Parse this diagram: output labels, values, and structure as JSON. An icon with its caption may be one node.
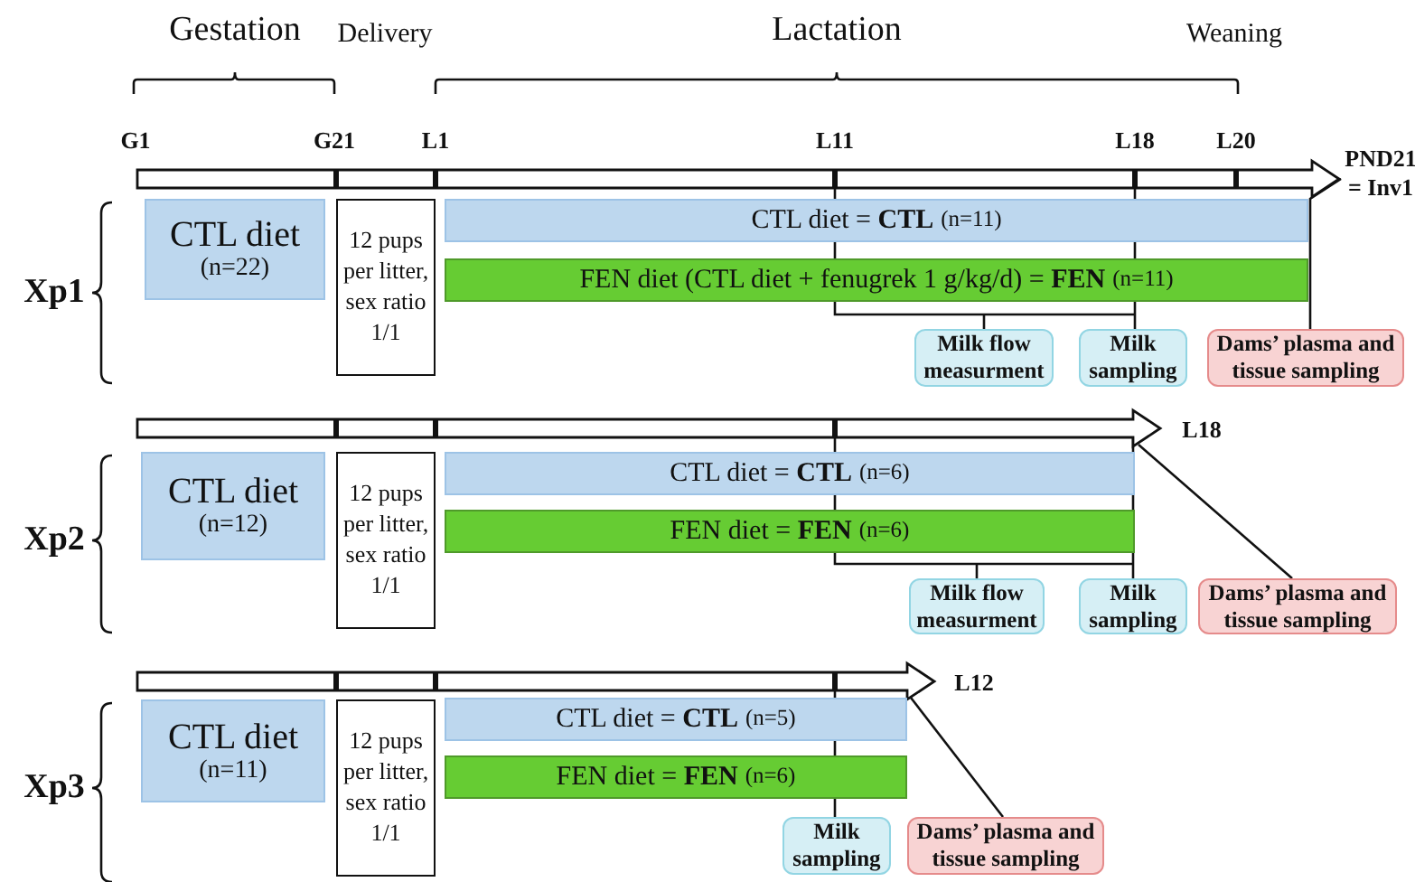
{
  "diagram": {
    "nodes": [
      {
        "text": [],
        "shape": "arrow",
        "beside": [
          "PND21 = Inv1"
        ]
      },
      {
        "text": [
          "CTL diet",
          "(n=22)"
        ]
      },
      {
        "text": [
          "12 pups per litter, sex ratio 1/1"
        ]
      },
      {
        "text": [
          "CTL diet = **CTL**",
          "(n=11)"
        ]
      },
      {
        "text": [
          "FEN diet (CTL diet + fenugrek 1 g/kg/d) = **FEN**",
          "(n=11)"
        ]
      },
      {
        "text": [
          "Milk flow measurment"
        ]
      },
      {
        "text": [
          "Milk sampling"
        ]
      },
      {
        "text": [
          "Dams’ plasma and tissue sampling"
        ]
      },
      {
        "text": [],
        "shape": "arrow",
        "beside": [
          "L18"
        ]
      },
      {
        "text": [
          "CTL diet",
          "(n=12)"
        ]
      },
      {
        "text": [
          "12 pups per litter, sex ratio 1/1"
        ]
      },
      {
        "text": [
          "CTL diet = **CTL**",
          "(n=6)"
        ]
      },
      {
        "text": [
          "FEN diet = **FEN**",
          "(n=6)"
        ]
      },
      {
        "text": [
          "Milk flow measurment"
        ]
      },
      {
        "text": [
          "Milk sampling"
        ]
      },
      {
        "text": [
          "Dams’ plasma and tissue sampling"
        ]
      },
      {
        "text": [],
        "shape": "arrow",
        "beside": [
          "L12"
        ]
      },
      {
        "text": [
          "CTL diet",
          "(n=11)"
        ]
      },
      {
        "text": [
          "12 pups per litter, sex ratio 1/1"
        ]
      },
      {
        "text": [
          "CTL diet = **CTL**",
          "(n=5)"
        ]
      },
      {
        "text": [
          "FEN diet = **FEN**",
          "(n=6)"
        ]
      },
      {
        "text": [
          "Milk sampling"
        ]
      },
      {
        "text": [
          "Dams’ plasma and tissue sampling"
        ]
      }
    ],
    "edges": [
      {
        "from": 0,
        "to": 5,
        "arrow": "none"
      },
      {
        "from": 0,
        "to": 6,
        "arrow": "none"
      },
      {
        "from": 0,
        "to": 7,
        "arrow": "none"
      },
      {
        "from": 8,
        "to": 13,
        "arrow": "none"
      },
      {
        "from": 8,
        "to": 14,
        "arrow": "none"
      },
      {
        "from": 8,
        "to": 15,
        "arrow": "none"
      },
      {
        "from": 16,
        "to": 21,
        "arrow": "none"
      },
      {
        "from": 16,
        "to": 22,
        "arrow": "none"
      }
    ],
    "labels": [
      "Gestation",
      "Delivery",
      "Lactation",
      "Weaning",
      "G1",
      "G21",
      "L1",
      "L11",
      "L18",
      "L20",
      "Xp1",
      "Xp2",
      "Xp3"
    ]
  }
}
